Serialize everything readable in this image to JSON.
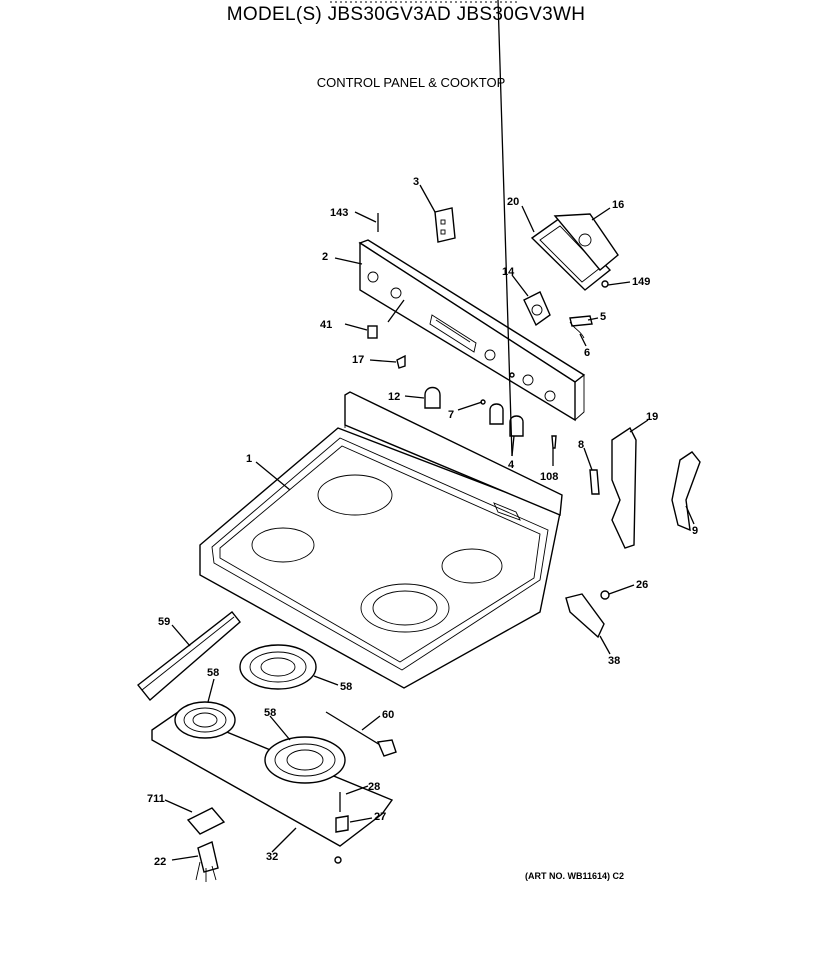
{
  "header": {
    "model_title": "MODEL(S) JBS30GV3AD  JBS30GV3WH",
    "section_title": "CONTROL PANEL & COOKTOP"
  },
  "footer": {
    "art_number": "(ART NO. WB11614) C2"
  },
  "callouts": [
    {
      "id": "cooktop",
      "label": "1"
    },
    {
      "id": "control-panel",
      "label": "2"
    },
    {
      "id": "bracket-3",
      "label": "3"
    },
    {
      "id": "knobs",
      "label": "4"
    },
    {
      "id": "clip-5",
      "label": "5"
    },
    {
      "id": "spring-6",
      "label": "6"
    },
    {
      "id": "insert-7",
      "label": "7"
    },
    {
      "id": "pin-8",
      "label": "8"
    },
    {
      "id": "hinge-9",
      "label": "9"
    },
    {
      "id": "knob-12",
      "label": "12"
    },
    {
      "id": "switch-14",
      "label": "14"
    },
    {
      "id": "clock-16",
      "label": "16"
    },
    {
      "id": "indicator-17",
      "label": "17"
    },
    {
      "id": "end-cap-19",
      "label": "19"
    },
    {
      "id": "overlay-20",
      "label": "20"
    },
    {
      "id": "harness-22",
      "label": "22"
    },
    {
      "id": "nut-26",
      "label": "26"
    },
    {
      "id": "screw-27",
      "label": "27"
    },
    {
      "id": "screw-28",
      "label": "28"
    },
    {
      "id": "burner-box-32",
      "label": "32"
    },
    {
      "id": "trim-38",
      "label": "38"
    },
    {
      "id": "lamp-41",
      "label": "41"
    },
    {
      "id": "bracket-59",
      "label": "59"
    },
    {
      "id": "element-58a",
      "label": "58"
    },
    {
      "id": "element-58b",
      "label": "58"
    },
    {
      "id": "element-58c",
      "label": "58"
    },
    {
      "id": "element-58d",
      "label": "58"
    },
    {
      "id": "rod-60",
      "label": "60"
    },
    {
      "id": "block-711",
      "label": "711"
    },
    {
      "id": "clip-108",
      "label": "108"
    },
    {
      "id": "screw-143",
      "label": "143"
    },
    {
      "id": "screw-149",
      "label": "149"
    }
  ]
}
